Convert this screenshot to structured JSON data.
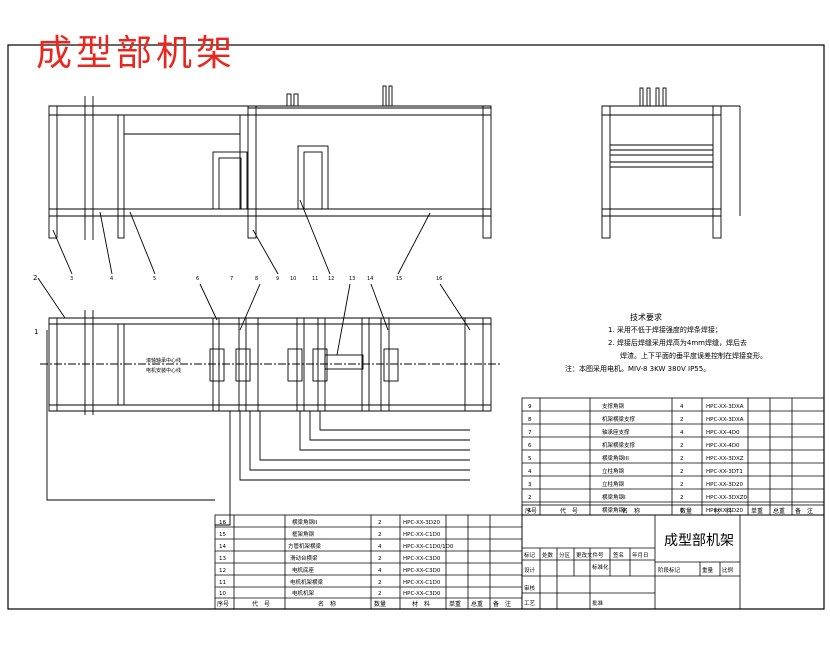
{
  "title": "成型部机架",
  "notes": {
    "heading": "技术要求",
    "lines": [
      "1. 采用不低于焊接强度的焊条焊接；",
      "2. 焊接后焊缝采用焊高为4mm焊缝，焊后去",
      "焊渣。上下平面的垂平度误差控制在焊接变形。"
    ],
    "remark": "注：本图采用电机。MIV-8 3KW 380V IP55。"
  },
  "bom_upper": {
    "rows": [
      {
        "no": "9",
        "name": "支撑角钢",
        "qty": "4",
        "code": "HPC-XX-3DXA"
      },
      {
        "no": "8",
        "name": "机架横梁支撑",
        "qty": "2",
        "code": "HPC-XX-3DXA"
      },
      {
        "no": "7",
        "name": "轴承座支撑",
        "qty": "4",
        "code": "HPC-XX-4D0"
      },
      {
        "no": "6",
        "name": "机架横梁支撑",
        "qty": "2",
        "code": "HPC-XX-4D0"
      },
      {
        "no": "5",
        "name": "横梁角钢III",
        "qty": "2",
        "code": "HPC-XX-3DXZ"
      },
      {
        "no": "4",
        "name": "立柱角钢",
        "qty": "2",
        "code": "HPC-XX-3DT1"
      },
      {
        "no": "3",
        "name": "立柱角钢",
        "qty": "2",
        "code": "HPC-XX-3D20"
      },
      {
        "no": "2",
        "name": "横梁角钢I",
        "qty": "2",
        "code": "HPC-XX-3DXZ0"
      },
      {
        "no": "1",
        "name": "横梁角钢I",
        "qty": "6",
        "code": "HPC-XX-3D20"
      }
    ],
    "header": [
      "序号",
      "代　号",
      "名　称",
      "数量",
      "材　料",
      "单重",
      "总重",
      "备　注"
    ]
  },
  "bom_lower": {
    "rows": [
      {
        "no": "16",
        "name": "横梁角钢II",
        "qty": "2",
        "code": "HPC-XX-3D20"
      },
      {
        "no": "15",
        "name": "框架角钢",
        "qty": "2",
        "code": "HPC-XX-C1D0"
      },
      {
        "no": "14",
        "name": "方管机架横梁",
        "qty": "4",
        "code": "HPC-XX-C1D0/1D0"
      },
      {
        "no": "13",
        "name": "滑动台横梁",
        "qty": "2",
        "code": "HPC-XX-C3D0"
      },
      {
        "no": "12",
        "name": "电机底座",
        "qty": "4",
        "code": "HPC-XX-C3D0"
      },
      {
        "no": "11",
        "name": "电机机架横梁",
        "qty": "2",
        "code": "HPC-XX-C1D0"
      },
      {
        "no": "10",
        "name": "电机机架",
        "qty": "2",
        "code": "HPC-XX-C3D0"
      }
    ],
    "header": [
      "序号",
      "代　号",
      "名　称",
      "数量",
      "材　料",
      "单重",
      "总重",
      "备　注"
    ]
  },
  "title_block": {
    "name": "成型部机架",
    "row1": [
      "标记",
      "处数",
      "分区",
      "更改文件号",
      "签名",
      "年月日"
    ],
    "design": "设计",
    "standard": "标准化",
    "stage": "阶段标记",
    "weight": "重量",
    "scale": "比例",
    "check": "审核",
    "process": "工艺",
    "approve": "批准"
  },
  "front_view_labels": [
    "3",
    "4",
    "5",
    "6",
    "7",
    "8",
    "9",
    "10",
    "11",
    "12",
    "13",
    "14",
    "15",
    "16"
  ],
  "top_view_labels": [
    "1",
    "2"
  ],
  "motor_note": [
    "滚轴轴承中心线",
    "电机安装中心线"
  ]
}
